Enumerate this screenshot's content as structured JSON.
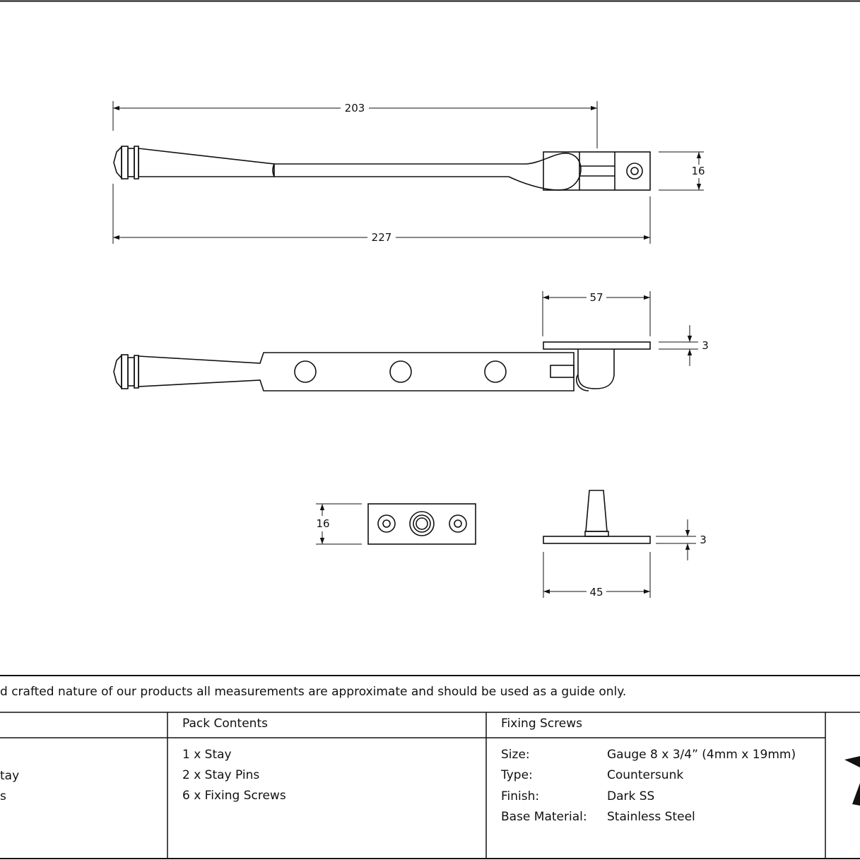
{
  "dimensions": {
    "top_length": "203",
    "overall_length": "227",
    "top_width": "16",
    "side_bracket_length": "57",
    "side_plate_thickness": "3",
    "pin_plate_width": "16",
    "pin_plate_thickness": "3",
    "pin_plate_length": "45"
  },
  "note": "d crafted nature of our products all measurements are approximate and should be used as a guide only.",
  "table": {
    "col1": {
      "items": [
        "tay",
        "s"
      ]
    },
    "pack_contents": {
      "header": "Pack Contents",
      "items": [
        "1 x Stay",
        "2 x Stay Pins",
        "6 x Fixing Screws"
      ]
    },
    "fixing_screws": {
      "header": "Fixing Screws",
      "rows": [
        {
          "label": "Size:",
          "value": "Gauge 8 x 3/4” (4mm x 19mm)"
        },
        {
          "label": "Type:",
          "value": "Countersunk"
        },
        {
          "label": "Finish:",
          "value": "Dark SS"
        },
        {
          "label": "Base Material:",
          "value": "Stainless Steel"
        }
      ]
    },
    "logo": "star-logo-icon"
  }
}
